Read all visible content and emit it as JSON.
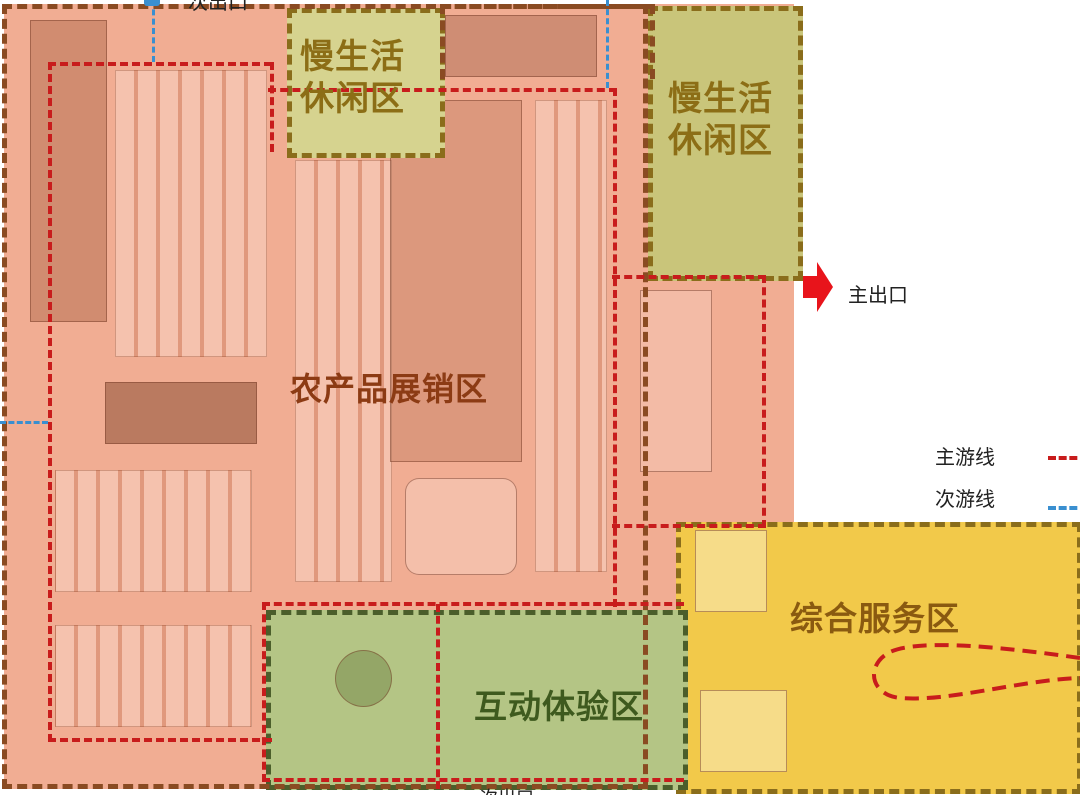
{
  "zones": {
    "slow_life_left": "慢生活\n休闲区",
    "slow_life_right": "慢生活\n休闲区",
    "farm_products": "农产品展销区",
    "service": "综合服务区",
    "interactive": "互动体验区"
  },
  "labels": {
    "main_exit": "主出口",
    "secondary_exit": "次出口",
    "bottom_exit": "次出口"
  },
  "legend": {
    "main_route": "主游线",
    "secondary_route": "次游线"
  },
  "colors": {
    "main_route": "#c81c1c",
    "secondary_route": "#3a8fd0",
    "farm_fill": "#f0a98e",
    "slow_life_fill": "#d8d48a",
    "service_fill": "#f2c94a",
    "interactive_fill": "#b9c98a"
  }
}
